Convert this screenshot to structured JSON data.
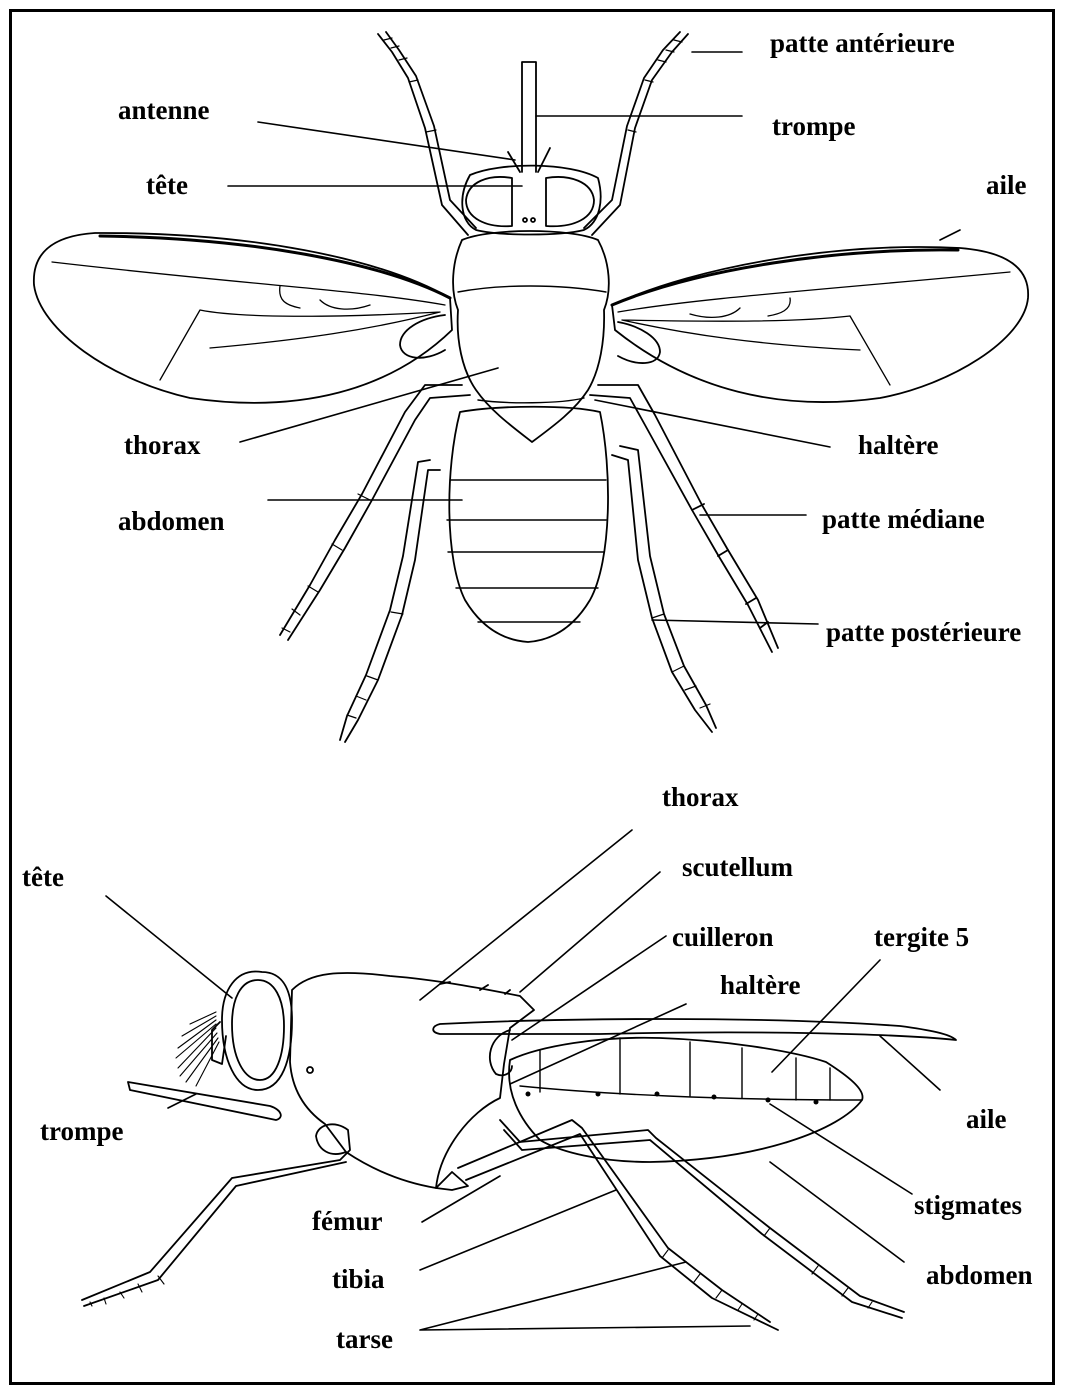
{
  "colors": {
    "ink": "#000000",
    "paper": "#ffffff"
  },
  "top_view": {
    "labels": {
      "patte_anterieure": "patte antérieure",
      "antenne": "antenne",
      "trompe": "trompe",
      "tete": "tête",
      "aile": "aile",
      "thorax": "thorax",
      "haltere": "haltère",
      "abdomen": "abdomen",
      "patte_mediane": "patte médiane",
      "patte_posterieure": "patte postérieure"
    }
  },
  "side_view": {
    "labels": {
      "thorax": "thorax",
      "scutellum": "scutellum",
      "tete": "tête",
      "cuilleron": "cuilleron",
      "tergite5": "tergite 5",
      "haltere": "haltère",
      "trompe": "trompe",
      "aile": "aile",
      "stigmates": "stigmates",
      "femur": "fémur",
      "tibia": "tibia",
      "abdomen": "abdomen",
      "tarse": "tarse"
    }
  }
}
